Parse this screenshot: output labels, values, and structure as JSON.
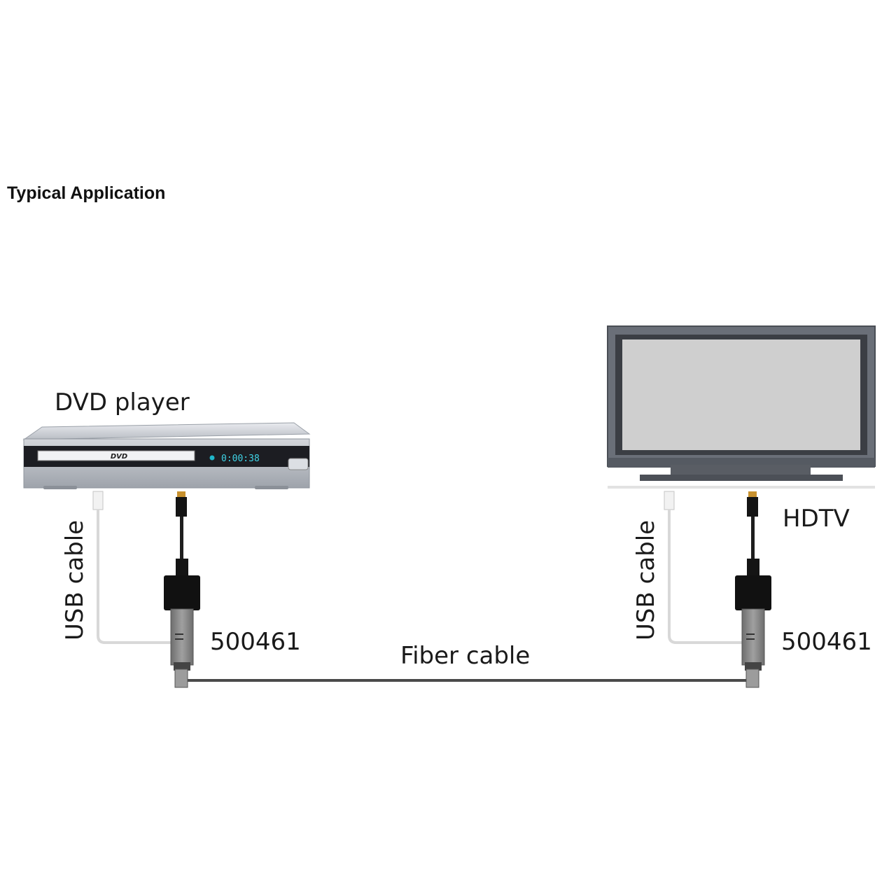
{
  "title": "Typical Application",
  "devices": {
    "source": {
      "label": "DVD player",
      "front_logo": "DVD",
      "display_readout": "0:00:38"
    },
    "sink": {
      "label": "HDTV"
    }
  },
  "cables": {
    "usb_left": "USB cable",
    "usb_right": "USB cable",
    "fiber": "Fiber cable"
  },
  "modules": {
    "left_model": "500461",
    "right_model": "500461"
  },
  "colors": {
    "fiber_line": "#4a4a4a",
    "module_black": "#111111",
    "module_gray": "#8a8a8a",
    "screen_gray": "#cfcfcf",
    "bezel_gray": "#5a5f68",
    "player_silver": "#c9ccd2",
    "usb_cable": "#d8d8d8"
  }
}
